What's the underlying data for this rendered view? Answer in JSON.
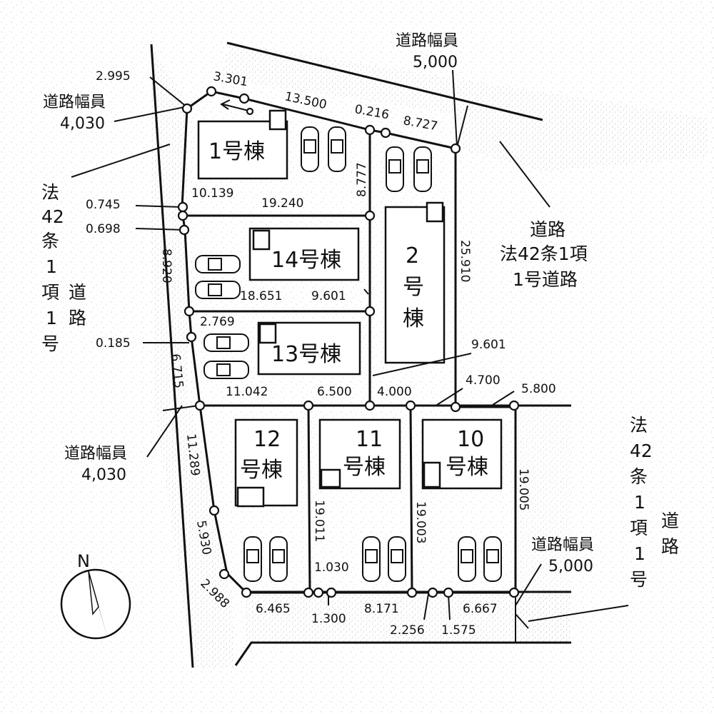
{
  "buildings": [
    {
      "id": "b1",
      "label": "1号棟"
    },
    {
      "id": "b14",
      "label": "14号棟"
    },
    {
      "id": "b13",
      "label": "13号棟"
    },
    {
      "id": "b2",
      "label": [
        "2",
        "号",
        "棟"
      ]
    },
    {
      "id": "b12",
      "label": [
        "12",
        "号棟"
      ]
    },
    {
      "id": "b11",
      "label": [
        "11",
        "号棟"
      ]
    },
    {
      "id": "b10",
      "label": [
        "10",
        "号棟"
      ]
    }
  ],
  "roads": {
    "west_vertical": [
      "法",
      "42",
      "条",
      "1",
      "項",
      "1",
      "号",
      "道",
      "路"
    ],
    "east_vertical": [
      "法",
      "42",
      "条",
      "1",
      "項",
      "1",
      "号",
      "道",
      "路"
    ],
    "north_label": [
      "道路",
      "法42条1項",
      "1号道路"
    ],
    "width_labels": [
      {
        "id": "w-north",
        "title": "道路幅員",
        "value": "5,000"
      },
      {
        "id": "w-west-top",
        "title": "道路幅員",
        "value": "4,030"
      },
      {
        "id": "w-west-mid",
        "title": "道路幅員",
        "value": "4,030"
      },
      {
        "id": "w-southeast",
        "title": "道路幅員",
        "value": "5,000"
      }
    ]
  },
  "dimensions": [
    "2.995",
    "3.301",
    "13.500",
    "0.216",
    "8.727",
    "8.777",
    "10.139",
    "19.240",
    "0.745",
    "0.698",
    "8.920",
    "18.651",
    "9.601",
    "25.910",
    "2.769",
    "0.185",
    "6.715",
    "11.042",
    "6.500",
    "4.000",
    "4.700",
    "5.800",
    "9.601",
    "11.289",
    "19.011",
    "19.003",
    "19.005",
    "5.930",
    "2.988",
    "6.465",
    "1.030",
    "1.300",
    "8.171",
    "2.256",
    "1.575",
    "6.667"
  ],
  "compass": {
    "label": "N"
  }
}
